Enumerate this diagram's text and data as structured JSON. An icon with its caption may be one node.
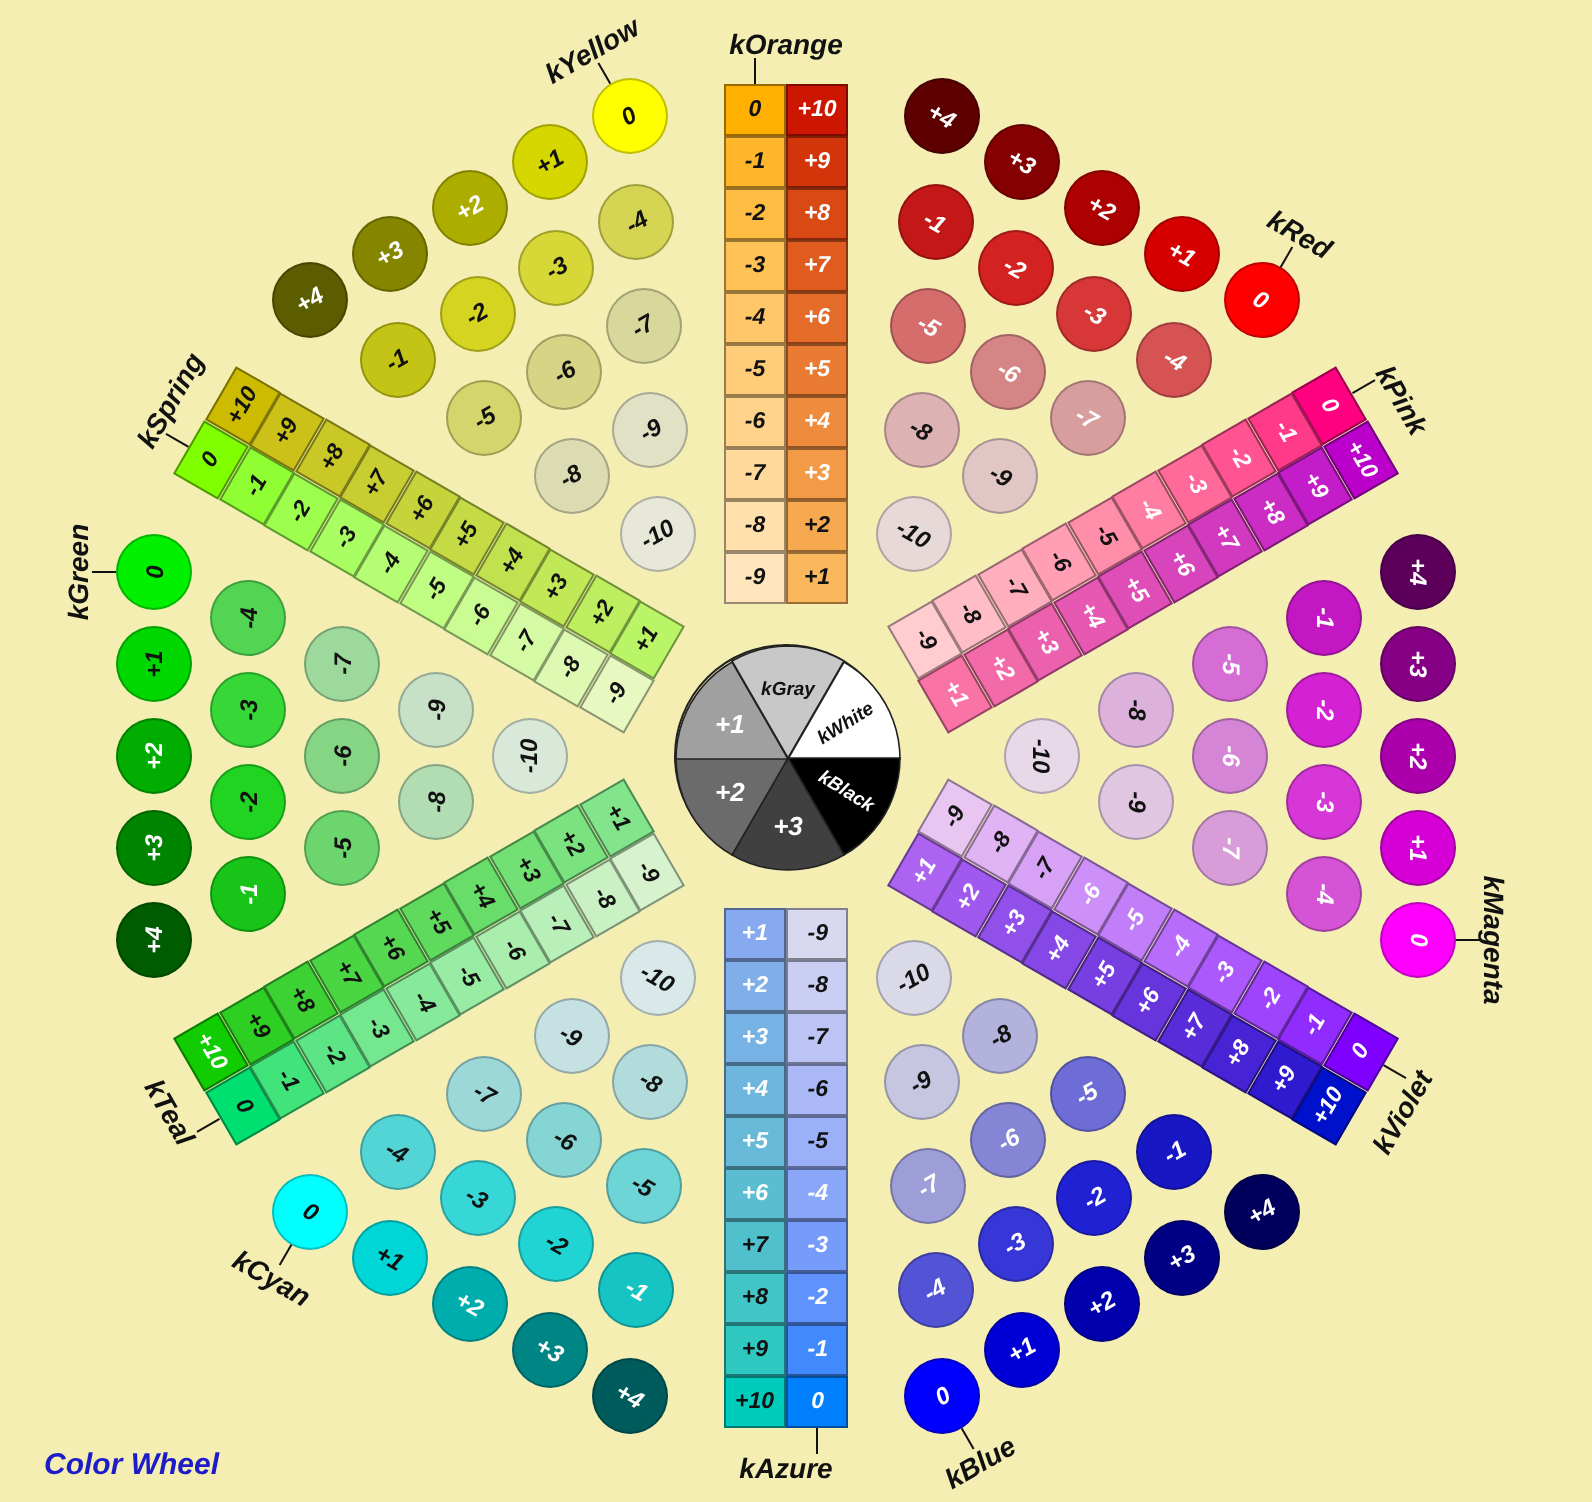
{
  "diagram": {
    "caption": "Color Wheel",
    "nodes": [
      {
        "text": [],
        "shape": "circle"
      },
      {
        "text": [
          "kGray"
        ],
        "in": 0
      },
      {
        "text": [
          "kWhite"
        ],
        "in": 0
      },
      {
        "text": [
          "kBlack"
        ],
        "in": 0
      },
      {
        "text": [
          "+3"
        ],
        "in": 0
      },
      {
        "text": [
          "+2"
        ],
        "in": 0
      },
      {
        "text": [
          "+1"
        ],
        "in": 0
      },
      {
        "text": [
          "kOrange"
        ]
      },
      {
        "text": [
          "0"
        ]
      },
      {
        "text": [
          "+10"
        ]
      },
      {
        "text": [
          "-1"
        ]
      },
      {
        "text": [
          "+9"
        ]
      },
      {
        "text": [
          "-2"
        ]
      },
      {
        "text": [
          "+8"
        ]
      },
      {
        "text": [
          "-3"
        ]
      },
      {
        "text": [
          "+7"
        ]
      },
      {
        "text": [
          "-4"
        ]
      },
      {
        "text": [
          "+6"
        ]
      },
      {
        "text": [
          "-5"
        ]
      },
      {
        "text": [
          "+5"
        ]
      },
      {
        "text": [
          "-6"
        ]
      },
      {
        "text": [
          "+4"
        ]
      },
      {
        "text": [
          "-7"
        ]
      },
      {
        "text": [
          "+3"
        ]
      },
      {
        "text": [
          "-8"
        ]
      },
      {
        "text": [
          "+2"
        ]
      },
      {
        "text": [
          "-9"
        ]
      },
      {
        "text": [
          "+1"
        ]
      },
      {
        "text": [
          "kRed"
        ]
      },
      {
        "text": [
          "0"
        ]
      },
      {
        "text": [
          "+1"
        ]
      },
      {
        "text": [
          "+2"
        ]
      },
      {
        "text": [
          "+3"
        ]
      },
      {
        "text": [
          "+4"
        ]
      },
      {
        "text": [
          "-1"
        ]
      },
      {
        "text": [
          "-2"
        ]
      },
      {
        "text": [
          "-3"
        ]
      },
      {
        "text": [
          "-4"
        ]
      },
      {
        "text": [
          "-5"
        ]
      },
      {
        "text": [
          "-6"
        ]
      },
      {
        "text": [
          "-7"
        ]
      },
      {
        "text": [
          "-8"
        ]
      },
      {
        "text": [
          "-9"
        ]
      },
      {
        "text": [
          "-10"
        ]
      },
      {
        "text": [
          "kPink"
        ]
      },
      {
        "text": [
          "0"
        ]
      },
      {
        "text": [
          "+10"
        ]
      },
      {
        "text": [
          "-1"
        ]
      },
      {
        "text": [
          "+9"
        ]
      },
      {
        "text": [
          "-2"
        ]
      },
      {
        "text": [
          "+8"
        ]
      },
      {
        "text": [
          "-3"
        ]
      },
      {
        "text": [
          "+7"
        ]
      },
      {
        "text": [
          "-4"
        ]
      },
      {
        "text": [
          "+6"
        ]
      },
      {
        "text": [
          "-5"
        ]
      },
      {
        "text": [
          "+5"
        ]
      },
      {
        "text": [
          "-6"
        ]
      },
      {
        "text": [
          "+4"
        ]
      },
      {
        "text": [
          "-7"
        ]
      },
      {
        "text": [
          "+3"
        ]
      },
      {
        "text": [
          "-8"
        ]
      },
      {
        "text": [
          "+2"
        ]
      },
      {
        "text": [
          "-9"
        ]
      },
      {
        "text": [
          "+1"
        ]
      },
      {
        "text": [
          "kMagenta"
        ]
      },
      {
        "text": [
          "0"
        ]
      },
      {
        "text": [
          "+1"
        ]
      },
      {
        "text": [
          "+2"
        ]
      },
      {
        "text": [
          "+3"
        ]
      },
      {
        "text": [
          "+4"
        ]
      },
      {
        "text": [
          "-1"
        ]
      },
      {
        "text": [
          "-2"
        ]
      },
      {
        "text": [
          "-3"
        ]
      },
      {
        "text": [
          "-4"
        ]
      },
      {
        "text": [
          "-5"
        ]
      },
      {
        "text": [
          "-6"
        ]
      },
      {
        "text": [
          "-7"
        ]
      },
      {
        "text": [
          "-8"
        ]
      },
      {
        "text": [
          "-9"
        ]
      },
      {
        "text": [
          "-10"
        ]
      },
      {
        "text": [
          "kViolet"
        ]
      },
      {
        "text": [
          "0"
        ]
      },
      {
        "text": [
          "+10"
        ]
      },
      {
        "text": [
          "-1"
        ]
      },
      {
        "text": [
          "+9"
        ]
      },
      {
        "text": [
          "-2"
        ]
      },
      {
        "text": [
          "+8"
        ]
      },
      {
        "text": [
          "-3"
        ]
      },
      {
        "text": [
          "+7"
        ]
      },
      {
        "text": [
          "-4"
        ]
      },
      {
        "text": [
          "+6"
        ]
      },
      {
        "text": [
          "-5"
        ]
      },
      {
        "text": [
          "+5"
        ]
      },
      {
        "text": [
          "-6"
        ]
      },
      {
        "text": [
          "+4"
        ]
      },
      {
        "text": [
          "-7"
        ]
      },
      {
        "text": [
          "+3"
        ]
      },
      {
        "text": [
          "-8"
        ]
      },
      {
        "text": [
          "+2"
        ]
      },
      {
        "text": [
          "-9"
        ]
      },
      {
        "text": [
          "+1"
        ]
      },
      {
        "text": [
          "kBlue"
        ]
      },
      {
        "text": [
          "0"
        ]
      },
      {
        "text": [
          "+1"
        ]
      },
      {
        "text": [
          "+2"
        ]
      },
      {
        "text": [
          "+3"
        ]
      },
      {
        "text": [
          "+4"
        ]
      },
      {
        "text": [
          "-1"
        ]
      },
      {
        "text": [
          "-2"
        ]
      },
      {
        "text": [
          "-3"
        ]
      },
      {
        "text": [
          "-4"
        ]
      },
      {
        "text": [
          "-5"
        ]
      },
      {
        "text": [
          "-6"
        ]
      },
      {
        "text": [
          "-7"
        ]
      },
      {
        "text": [
          "-8"
        ]
      },
      {
        "text": [
          "-9"
        ]
      },
      {
        "text": [
          "-10"
        ]
      },
      {
        "text": [
          "kAzure"
        ]
      },
      {
        "text": [
          "0"
        ]
      },
      {
        "text": [
          "+10"
        ]
      },
      {
        "text": [
          "-1"
        ]
      },
      {
        "text": [
          "+9"
        ]
      },
      {
        "text": [
          "-2"
        ]
      },
      {
        "text": [
          "+8"
        ]
      },
      {
        "text": [
          "-3"
        ]
      },
      {
        "text": [
          "+7"
        ]
      },
      {
        "text": [
          "-4"
        ]
      },
      {
        "text": [
          "+6"
        ]
      },
      {
        "text": [
          "-5"
        ]
      },
      {
        "text": [
          "+5"
        ]
      },
      {
        "text": [
          "-6"
        ]
      },
      {
        "text": [
          "+4"
        ]
      },
      {
        "text": [
          "-7"
        ]
      },
      {
        "text": [
          "+3"
        ]
      },
      {
        "text": [
          "-8"
        ]
      },
      {
        "text": [
          "+2"
        ]
      },
      {
        "text": [
          "-9"
        ]
      },
      {
        "text": [
          "+1"
        ]
      },
      {
        "text": [
          "kCyan"
        ]
      },
      {
        "text": [
          "0"
        ]
      },
      {
        "text": [
          "+1"
        ]
      },
      {
        "text": [
          "+2"
        ]
      },
      {
        "text": [
          "+3"
        ]
      },
      {
        "text": [
          "+4"
        ]
      },
      {
        "text": [
          "-1"
        ]
      },
      {
        "text": [
          "-2"
        ]
      },
      {
        "text": [
          "-3"
        ]
      },
      {
        "text": [
          "-4"
        ]
      },
      {
        "text": [
          "-5"
        ]
      },
      {
        "text": [
          "-6"
        ]
      },
      {
        "text": [
          "-7"
        ]
      },
      {
        "text": [
          "-8"
        ]
      },
      {
        "text": [
          "-9"
        ]
      },
      {
        "text": [
          "-10"
        ]
      },
      {
        "text": [
          "kTeal"
        ]
      },
      {
        "text": [
          "0"
        ]
      },
      {
        "text": [
          "+10"
        ]
      },
      {
        "text": [
          "-1"
        ]
      },
      {
        "text": [
          "+9"
        ]
      },
      {
        "text": [
          "-2"
        ]
      },
      {
        "text": [
          "+8"
        ]
      },
      {
        "text": [
          "-3"
        ]
      },
      {
        "text": [
          "+7"
        ]
      },
      {
        "text": [
          "-4"
        ]
      },
      {
        "text": [
          "+6"
        ]
      },
      {
        "text": [
          "-5"
        ]
      },
      {
        "text": [
          "+5"
        ]
      },
      {
        "text": [
          "-6"
        ]
      },
      {
        "text": [
          "+4"
        ]
      },
      {
        "text": [
          "-7"
        ]
      },
      {
        "text": [
          "+3"
        ]
      },
      {
        "text": [
          "-8"
        ]
      },
      {
        "text": [
          "+2"
        ]
      },
      {
        "text": [
          "-9"
        ]
      },
      {
        "text": [
          "+1"
        ]
      },
      {
        "text": [
          "kGreen"
        ]
      },
      {
        "text": [
          "0"
        ]
      },
      {
        "text": [
          "+1"
        ]
      },
      {
        "text": [
          "+2"
        ]
      },
      {
        "text": [
          "+3"
        ]
      },
      {
        "text": [
          "+4"
        ]
      },
      {
        "text": [
          "-1"
        ]
      },
      {
        "text": [
          "-2"
        ]
      },
      {
        "text": [
          "-3"
        ]
      },
      {
        "text": [
          "-4"
        ]
      },
      {
        "text": [
          "-5"
        ]
      },
      {
        "text": [
          "-6"
        ]
      },
      {
        "text": [
          "-7"
        ]
      },
      {
        "text": [
          "-8"
        ]
      },
      {
        "text": [
          "-9"
        ]
      },
      {
        "text": [
          "-10"
        ]
      },
      {
        "text": [
          "kSpring"
        ]
      },
      {
        "text": [
          "0"
        ]
      },
      {
        "text": [
          "+10"
        ]
      },
      {
        "text": [
          "-1"
        ]
      },
      {
        "text": [
          "+9"
        ]
      },
      {
        "text": [
          "-2"
        ]
      },
      {
        "text": [
          "+8"
        ]
      },
      {
        "text": [
          "-3"
        ]
      },
      {
        "text": [
          "+7"
        ]
      },
      {
        "text": [
          "-4"
        ]
      },
      {
        "text": [
          "+6"
        ]
      },
      {
        "text": [
          "-5"
        ]
      },
      {
        "text": [
          "+5"
        ]
      },
      {
        "text": [
          "-6"
        ]
      },
      {
        "text": [
          "+4"
        ]
      },
      {
        "text": [
          "-7"
        ]
      },
      {
        "text": [
          "+3"
        ]
      },
      {
        "text": [
          "-8"
        ]
      },
      {
        "text": [
          "+2"
        ]
      },
      {
        "text": [
          "-9"
        ]
      },
      {
        "text": [
          "+1"
        ]
      },
      {
        "text": [
          "kYellow"
        ]
      },
      {
        "text": [
          "0"
        ]
      },
      {
        "text": [
          "+1"
        ]
      },
      {
        "text": [
          "+2"
        ]
      },
      {
        "text": [
          "+3"
        ]
      },
      {
        "text": [
          "+4"
        ]
      },
      {
        "text": [
          "-1"
        ]
      },
      {
        "text": [
          "-2"
        ]
      },
      {
        "text": [
          "-3"
        ]
      },
      {
        "text": [
          "-4"
        ]
      },
      {
        "text": [
          "-5"
        ]
      },
      {
        "text": [
          "-6"
        ]
      },
      {
        "text": [
          "-7"
        ]
      },
      {
        "text": [
          "-8"
        ]
      },
      {
        "text": [
          "-9"
        ]
      },
      {
        "text": [
          "-10"
        ]
      }
    ],
    "edges": [
      {
        "from": 7,
        "to": 8,
        "arrow": "none"
      },
      {
        "from": 28,
        "to": 29,
        "arrow": "none"
      },
      {
        "from": 44,
        "to": 45,
        "arrow": "none"
      },
      {
        "from": 65,
        "to": 66,
        "arrow": "none"
      },
      {
        "from": 81,
        "to": 82,
        "arrow": "none"
      },
      {
        "from": 102,
        "to": 103,
        "arrow": "none"
      },
      {
        "from": 118,
        "to": 119,
        "arrow": "none"
      },
      {
        "from": 139,
        "to": 140,
        "arrow": "none"
      },
      {
        "from": 155,
        "to": 156,
        "arrow": "none"
      },
      {
        "from": 176,
        "to": 177,
        "arrow": "none"
      },
      {
        "from": 192,
        "to": 193,
        "arrow": "none"
      },
      {
        "from": 213,
        "to": 214,
        "arrow": "none"
      }
    ]
  }
}
